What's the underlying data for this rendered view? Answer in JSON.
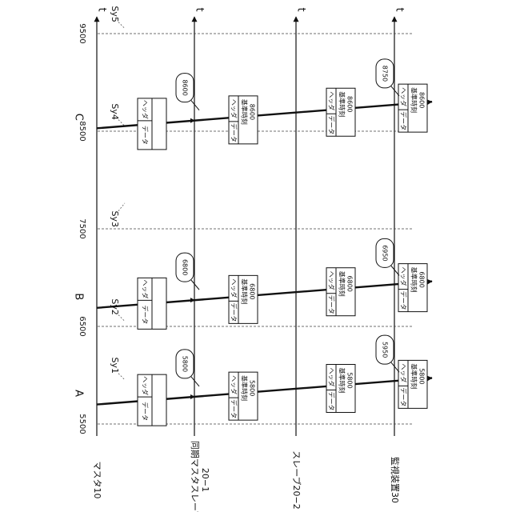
{
  "axis_label": "t",
  "entities": [
    {
      "id": "master",
      "label": "マスタ10"
    },
    {
      "id": "sync",
      "label": "同期マスタスレーブ",
      "label2": "20−1"
    },
    {
      "id": "slave",
      "label": "スレーブ20−2"
    },
    {
      "id": "monitor",
      "label": "監視装置30"
    }
  ],
  "time_ticks": [
    "5500",
    "6500",
    "7500",
    "8500",
    "9500"
  ],
  "sync_marks": [
    "Sy1",
    "Sy2",
    "Sy3",
    "Sy4",
    "Sy5"
  ],
  "frame_text": {
    "header": "ヘッダ",
    "data": "データ",
    "ref_time": "基準時刻"
  },
  "transmissions": [
    {
      "label": "A",
      "sync_tag": "5800",
      "slave_value": "5800",
      "monitor_tag": "5950",
      "monitor_value": "5800"
    },
    {
      "label": "B",
      "sync_tag": "6800",
      "slave_value": "6800",
      "monitor_tag": "6950",
      "monitor_value": "6800"
    },
    {
      "label": "C",
      "sync_tag": "8600",
      "slave_value": "8600",
      "monitor_tag": "8750",
      "monitor_value": "8600"
    }
  ]
}
